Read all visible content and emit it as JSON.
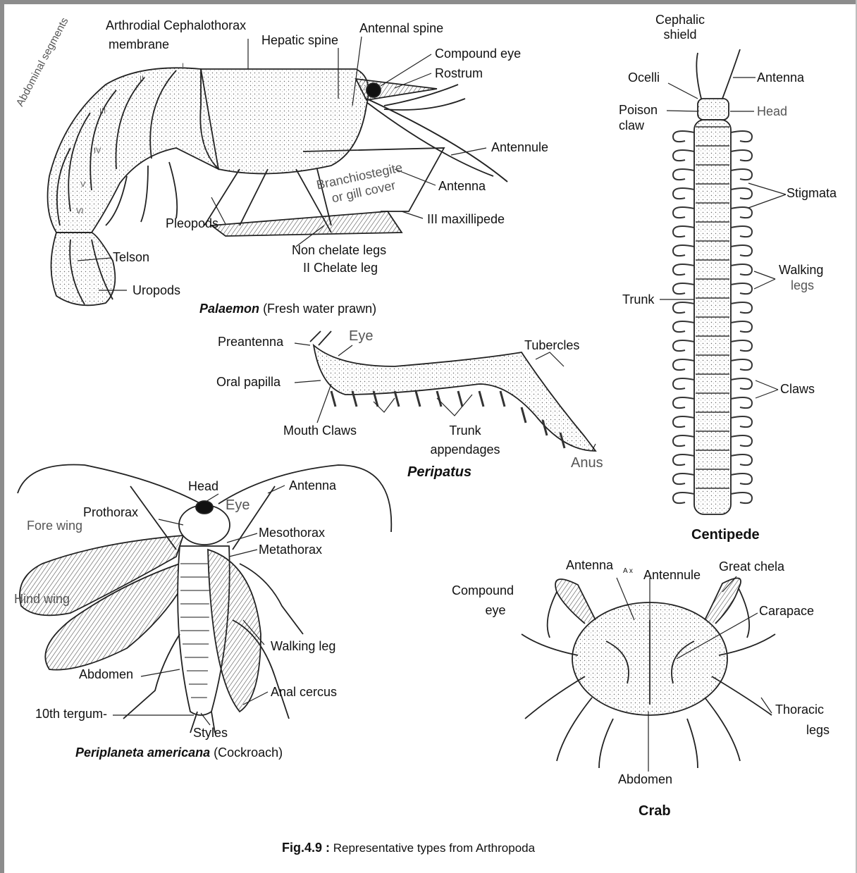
{
  "palaemon": {
    "labels": {
      "arthrodial": "Arthrodial Cephalothorax",
      "membrane": "membrane",
      "hepatic_spine": "Hepatic spine",
      "antennal_spine": "Antennal spine",
      "compound_eye": "Compound eye",
      "rostrum": "Rostrum",
      "abdominal_segments": "Abdominal segments",
      "antennule": "Antennule",
      "branchiostegite": "Branchiostegite",
      "gill_cover": "or gill cover",
      "antenna": "Antenna",
      "pleopods": "Pleopods",
      "maxillipede": "III maxillipede",
      "non_chelate": "Non chelate legs",
      "chelate": "II Chelate leg",
      "telson": "Telson",
      "uropods": "Uropods",
      "roman": [
        "I",
        "II",
        "III",
        "IV",
        "V",
        "VI"
      ]
    },
    "caption_genus": "Palaemon",
    "caption_common": "(Fresh water prawn)"
  },
  "centipede": {
    "labels": {
      "cephalic_shield_1": "Cephalic",
      "cephalic_shield_2": "shield",
      "ocelli": "Ocelli",
      "antenna": "Antenna",
      "poison_claw_1": "Poison",
      "poison_claw_2": "claw",
      "head": "Head",
      "stigmata": "Stigmata",
      "walking_legs_1": "Walking",
      "walking_legs_2": "legs",
      "trunk": "Trunk",
      "claws": "Claws"
    },
    "title": "Centipede"
  },
  "peripatus": {
    "labels": {
      "preantenna": "Preantenna",
      "eye": "Eye",
      "tubercles": "Tubercles",
      "oral_papilla": "Oral papilla",
      "mouth_claws": "Mouth Claws",
      "trunk_1": "Trunk",
      "trunk_2": "appendages",
      "anus": "Anus"
    },
    "caption": "Peripatus"
  },
  "cockroach": {
    "labels": {
      "head": "Head",
      "antenna": "Antenna",
      "prothorax": "Prothorax",
      "eye": "Eye",
      "fore_wing": "Fore wing",
      "mesothorax": "Mesothorax",
      "metathorax": "Metathorax",
      "hind_wing": "Hind wing",
      "walking_leg": "Walking leg",
      "abdomen": "Abdomen",
      "anal_cercus": "Anal cercus",
      "tergum": "10th tergum-",
      "styles": "Styles"
    },
    "caption_genus": "Periplaneta americana",
    "caption_common": "(Cockroach)"
  },
  "crab": {
    "labels": {
      "antenna": "Antenna",
      "ax": "A x",
      "antennule": "Antennule",
      "great_chela": "Great chela",
      "compound_eye_1": "Compound",
      "compound_eye_2": "eye",
      "carapace": "Carapace",
      "thoracic_1": "Thoracic",
      "thoracic_2": "legs",
      "abdomen": "Abdomen"
    },
    "title": "Crab"
  },
  "figure": {
    "number": "Fig.4.9 :",
    "caption": "Representative types from Arthropoda"
  }
}
